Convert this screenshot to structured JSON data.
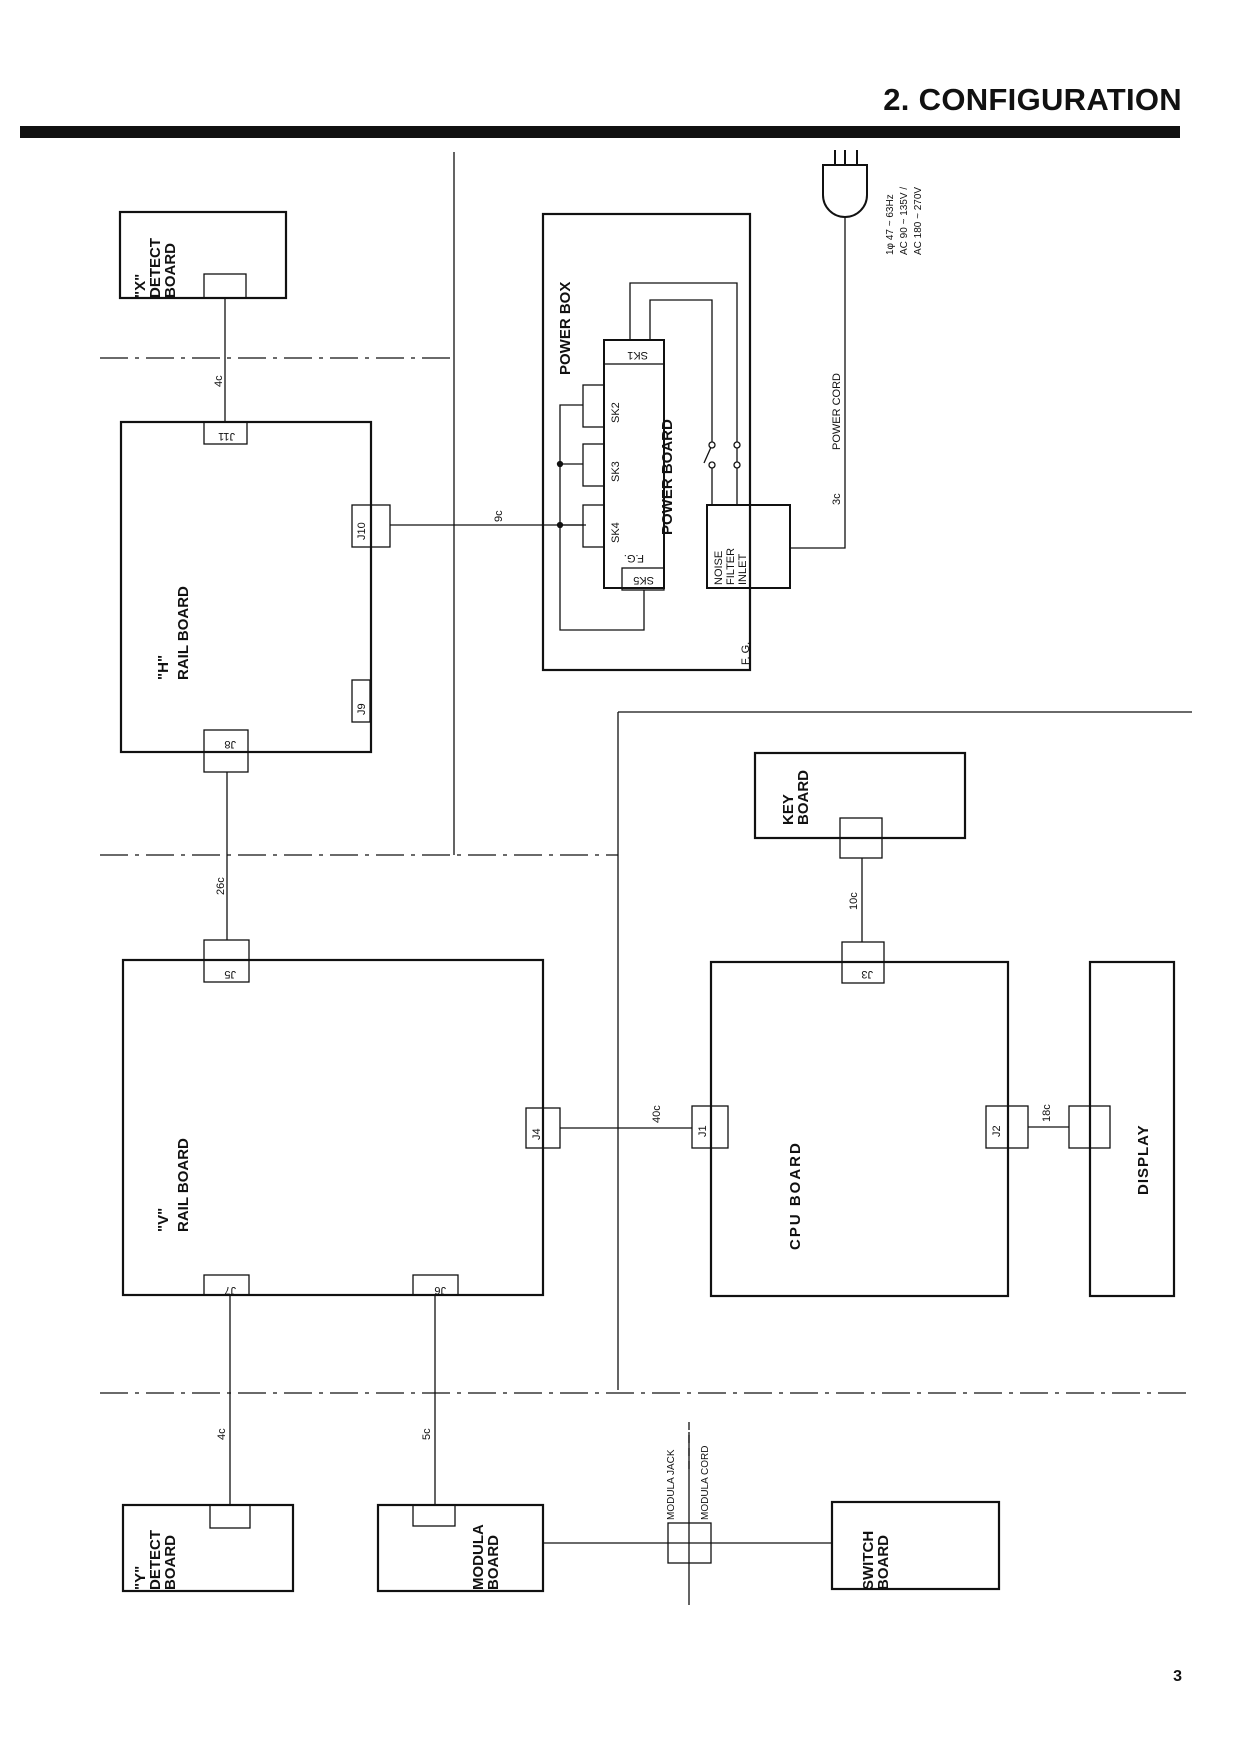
{
  "header": {
    "title": "2. CONFIGURATION",
    "page_number": "3"
  },
  "boards": {
    "x_detect": {
      "line1": "\"X\"",
      "line2": "DETECT",
      "line3": "BOARD"
    },
    "h_rail": {
      "line1": "\"H\"",
      "line2": "RAIL  BOARD"
    },
    "v_rail": {
      "line1": "\"V\"",
      "line2": "RAIL  BOARD"
    },
    "y_detect": {
      "line1": "\"Y\"",
      "line2": "DETECT",
      "line3": "BOARD"
    },
    "modula": {
      "line1": "MODULA",
      "line2": "BOARD"
    },
    "switch": {
      "line1": "SWITCH",
      "line2": "BOARD"
    },
    "key": {
      "line1": "KEY",
      "line2": "BOARD"
    },
    "cpu": {
      "line1": "CPU  BOARD"
    },
    "display": {
      "line1": "DISPLAY"
    },
    "power_box": {
      "line1": "POWER  BOX"
    },
    "power_board": {
      "line1": "POWER  BOARD"
    },
    "noise_filter": {
      "line1": "NOISE",
      "line2": "FILTER",
      "line3": "INLET"
    }
  },
  "connectors": {
    "j11": "J11",
    "j10": "J10",
    "j9": "J9",
    "j8": "J8",
    "j5": "J5",
    "j4": "J4",
    "j7": "J7",
    "j6": "J6",
    "j1": "J1",
    "j2": "J2",
    "j3": "J3",
    "sk1": "SK1",
    "sk2": "SK2",
    "sk3": "SK3",
    "sk4": "SK4",
    "sk5": "SK5"
  },
  "wires": {
    "x_to_h": "4c",
    "h_to_power": "9c",
    "h_to_v": "26c",
    "v_to_cpu": "40c",
    "v_to_y": "4c",
    "v_to_modula": "5c",
    "key_to_cpu": "10c",
    "cpu_to_display": "18c",
    "power_cord_count": "3c"
  },
  "labels": {
    "fg_power_board": "F.G.",
    "fg_box": "F. G.",
    "power_cord": "POWER  CORD",
    "modula_jack": "MODULA  JACK",
    "modula_cord": "MODULA  CORD",
    "power_spec1": "1φ  47 ~ 63Hz",
    "power_spec2": "AC  90 ~ 135V /",
    "power_spec3": "AC  180 ~ 270V"
  }
}
